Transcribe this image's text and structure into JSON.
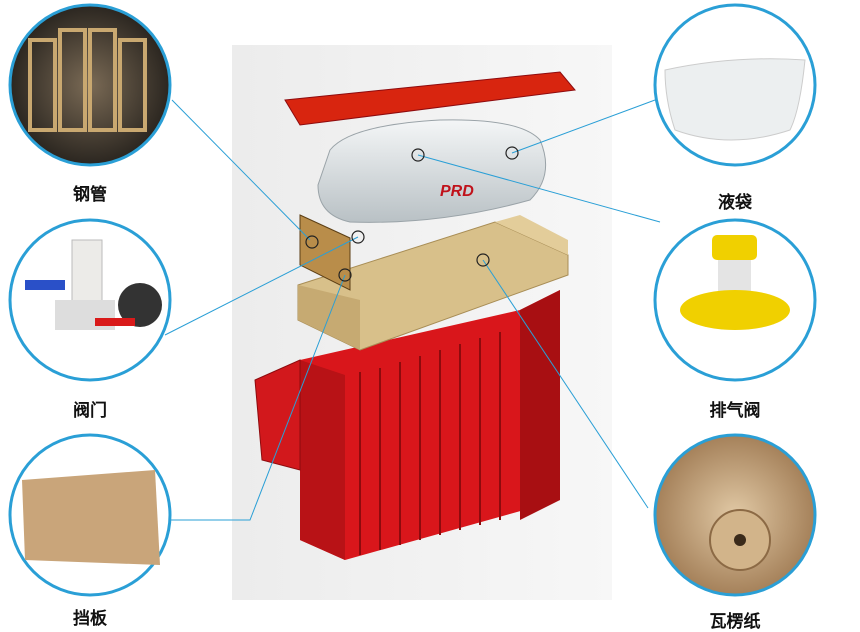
{
  "components": [
    {
      "id": "steel-pipe",
      "label": "钢管",
      "icon": "steel-pipe"
    },
    {
      "id": "valve",
      "label": "阀门",
      "icon": "valve"
    },
    {
      "id": "bulkhead",
      "label": "挡板",
      "icon": "bulkhead-board"
    },
    {
      "id": "bag",
      "label": "液袋",
      "icon": "flexitank-bag"
    },
    {
      "id": "vent-valve",
      "label": "排气阀",
      "icon": "vent-valve"
    },
    {
      "id": "corrugated-paper",
      "label": "瓦楞纸",
      "icon": "corrugated-roll"
    }
  ],
  "brand": {
    "logo_text": "PRD",
    "color": "#c0121b"
  },
  "colors": {
    "line": "#2a9fd6",
    "container": "#d9161b",
    "box": "#d8c08a"
  }
}
